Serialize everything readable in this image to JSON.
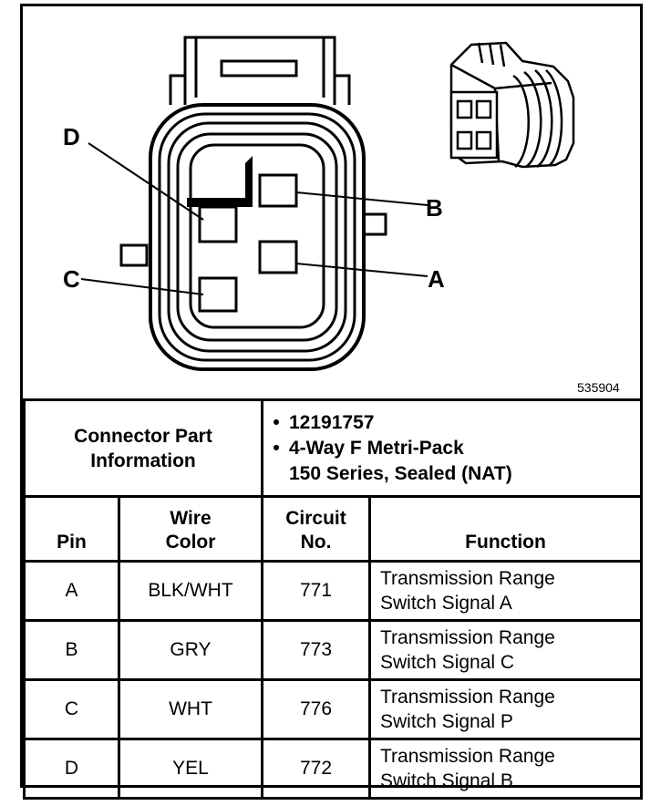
{
  "figure": {
    "callouts": {
      "d": "D",
      "b": "B",
      "c": "C",
      "a": "A"
    },
    "figure_id": "535904"
  },
  "connector_info": {
    "label_line1": "Connector Part",
    "label_line2": "Information",
    "part_number": "12191757",
    "description_line1": "4-Way F Metri-Pack",
    "description_line2": "150 Series, Sealed (NAT)",
    "bullet": "•"
  },
  "table": {
    "headers": {
      "pin": "Pin",
      "wire_line1": "Wire",
      "wire_line2": "Color",
      "circuit_line1": "Circuit",
      "circuit_line2": "No.",
      "function": "Function"
    },
    "rows": [
      {
        "pin": "A",
        "wire": "BLK/WHT",
        "circuit": "771",
        "func_line1": "Transmission Range",
        "func_line2": "Switch Signal A"
      },
      {
        "pin": "B",
        "wire": "GRY",
        "circuit": "773",
        "func_line1": "Transmission Range",
        "func_line2": "Switch Signal C"
      },
      {
        "pin": "C",
        "wire": "WHT",
        "circuit": "776",
        "func_line1": "Transmission Range",
        "func_line2": "Switch Signal P"
      },
      {
        "pin": "D",
        "wire": "YEL",
        "circuit": "772",
        "func_line1": "Transmission Range",
        "func_line2": "Switch Signal B"
      }
    ]
  }
}
